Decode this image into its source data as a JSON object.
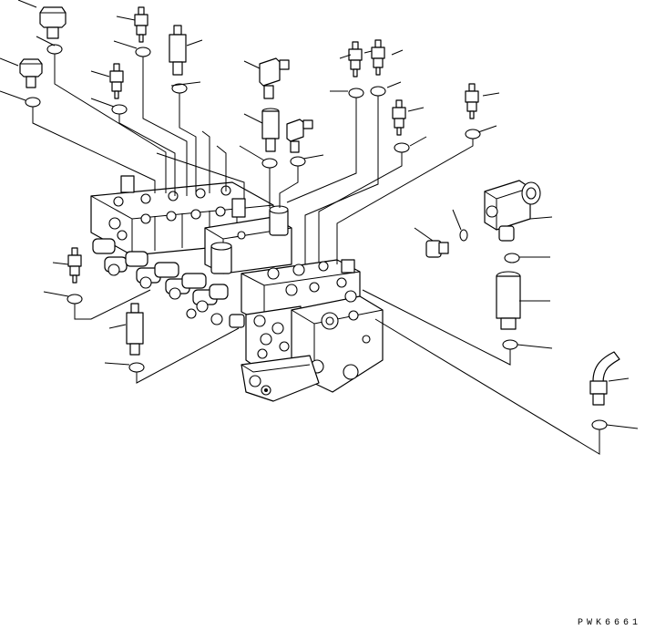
{
  "drawing_code": "PWK6661",
  "palette": {
    "line": "#000000",
    "background": "#ffffff"
  },
  "parts": [
    "hex-plug",
    "straight-fitting",
    "long-adapter",
    "elbow-fitting",
    "spacer-sleeve",
    "o-ring",
    "elbow-block",
    "hose-elbow",
    "control-valve-assembly"
  ]
}
